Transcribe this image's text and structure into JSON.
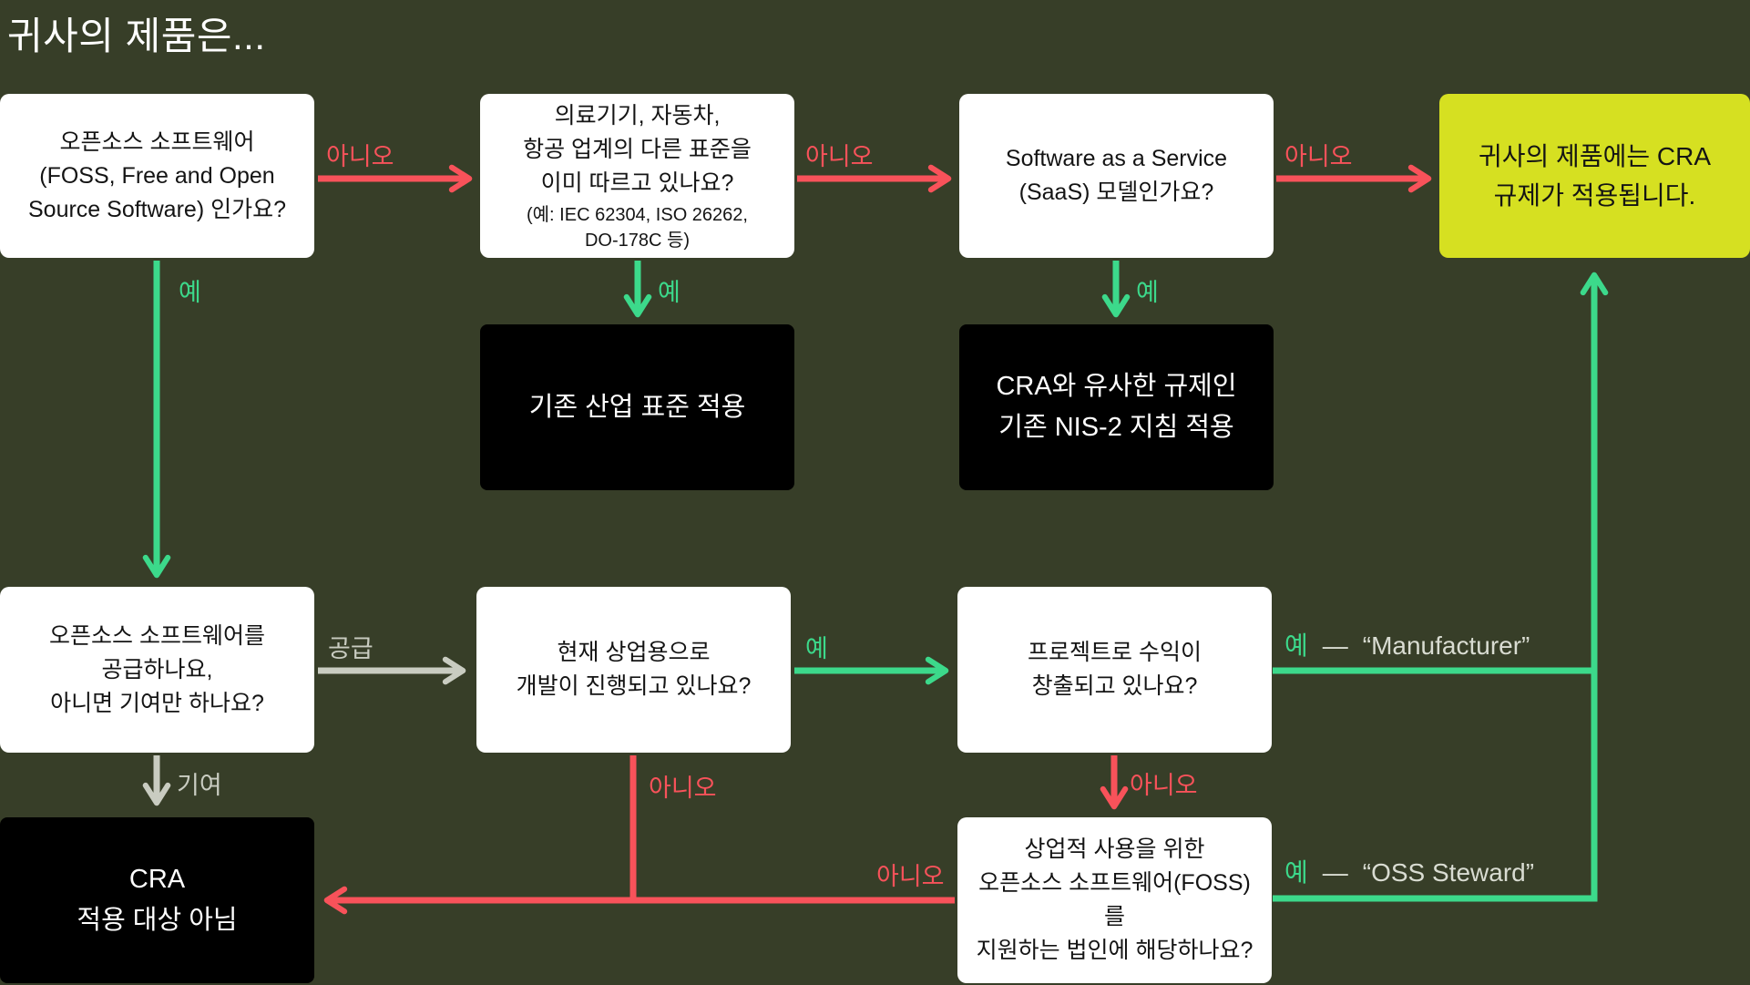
{
  "title": "귀사의 제품은...",
  "colors": {
    "background": "#373E28",
    "yes_green": "#3CD98B",
    "no_red": "#F8525A",
    "neutral_gray": "#C9CCC1",
    "result_yellow": "#D6E021",
    "box_white": "#FFFFFF",
    "box_black": "#000000"
  },
  "labels": {
    "yes": "예",
    "no": "아니오",
    "supply": "공급",
    "contribute": "기여",
    "dash": "—",
    "manufacturer": "“Manufacturer”",
    "oss_steward": "“OSS Steward”"
  },
  "nodes": {
    "q_foss": {
      "text": "오픈소스 소프트웨어\n(FOSS, Free and Open\nSource Software) 인가요?"
    },
    "q_industry_standards": {
      "text": "의료기기, 자동차,\n항공 업계의 다른 표준을\n이미 따르고 있나요?",
      "subtext": "(예: IEC 62304, ISO 26262,\nDO-178C 등)"
    },
    "q_saas": {
      "text": "Software as a Service\n(SaaS) 모델인가요?"
    },
    "result_cra_applies": {
      "text": "귀사의 제품에는 CRA\n규제가 적용됩니다."
    },
    "outcome_industry_standard": {
      "text": "기존 산업 표준 적용"
    },
    "outcome_nis2": {
      "text": "CRA와 유사한 규제인\n기존 NIS-2 지침 적용"
    },
    "q_supply_or_contribute": {
      "text": "오픈소스 소프트웨어를\n공급하나요,\n아니면 기여만 하나요?"
    },
    "q_commercial_development": {
      "text": "현재 상업용으로\n개발이 진행되고 있나요?"
    },
    "q_revenue": {
      "text": "프로젝트로 수익이\n창출되고 있나요?"
    },
    "outcome_cra_not_applicable": {
      "text": "CRA\n적용 대상 아님"
    },
    "q_foss_legal_entity": {
      "text": "상업적 사용을 위한\n오픈소스 소프트웨어(FOSS)를\n지원하는 법인에 해당하나요?"
    }
  }
}
